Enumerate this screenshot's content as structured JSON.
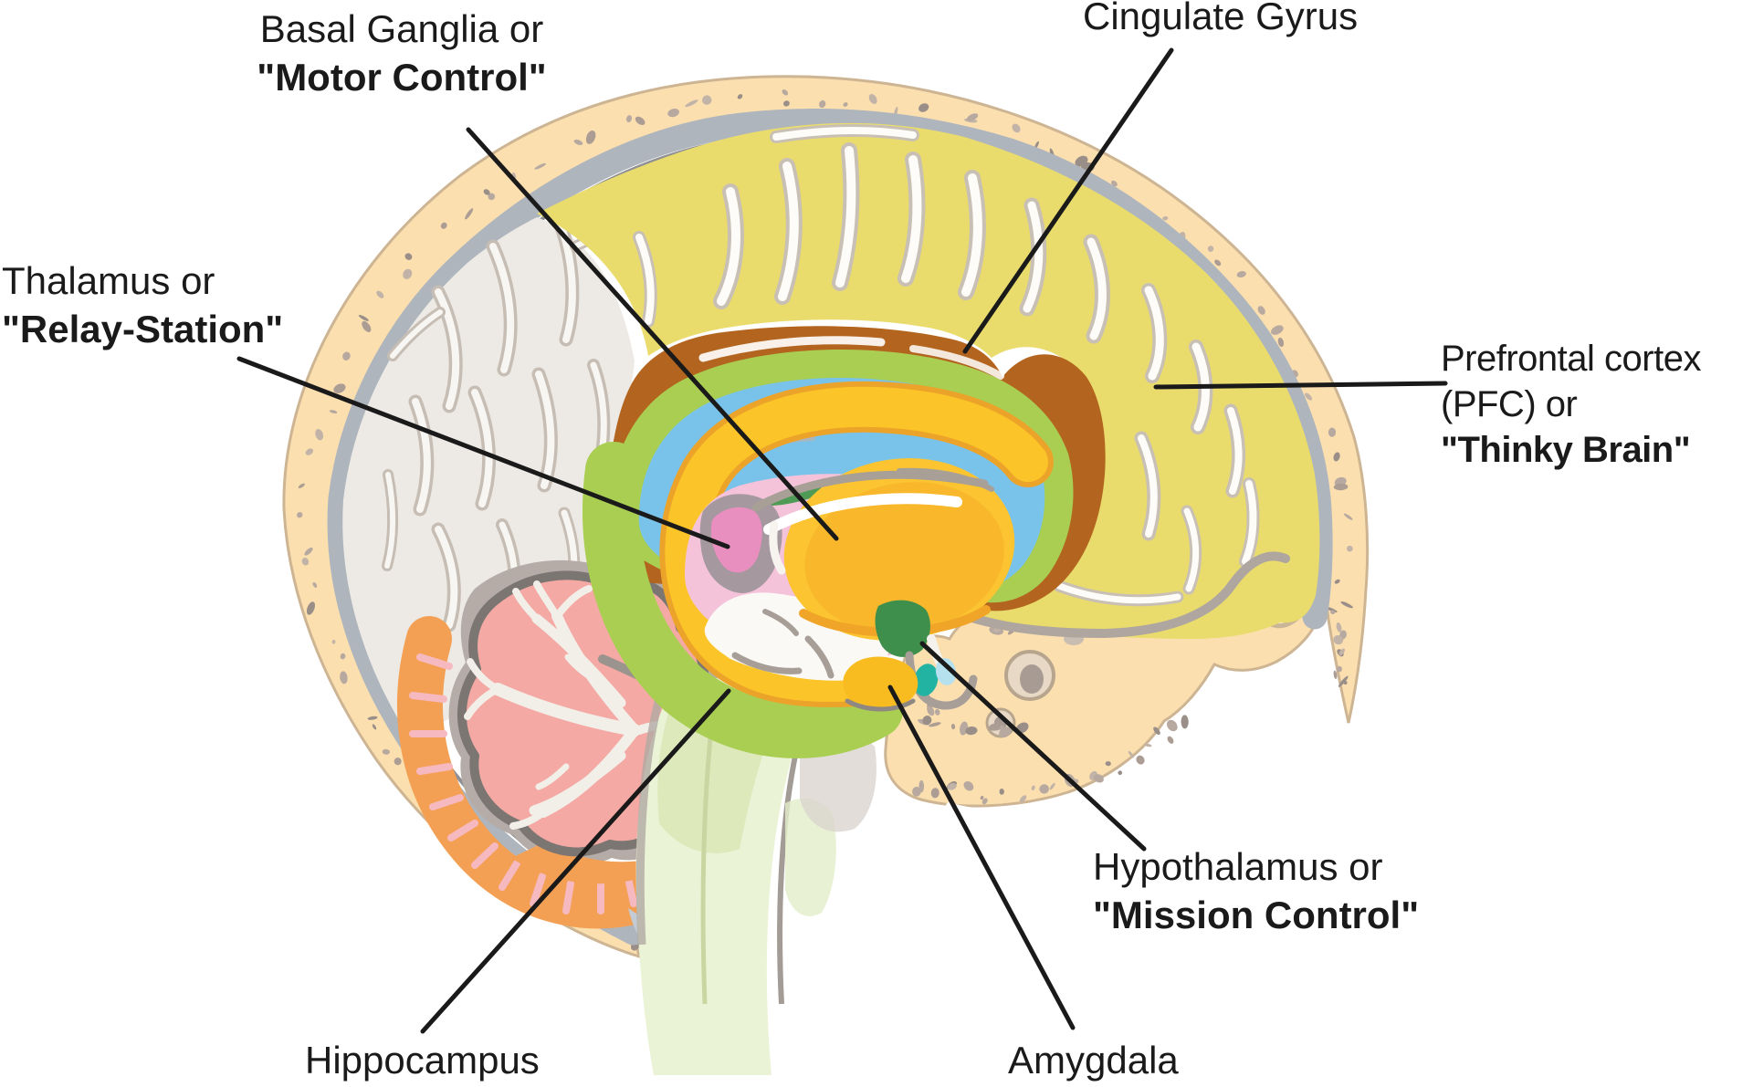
{
  "figure": {
    "type": "labeled-anatomy-diagram",
    "subject": "Sagittal cross-section of the human brain with limbic structures",
    "background": "#FFFFFF"
  },
  "labels": {
    "basal_ganglia": {
      "line1": "Basal Ganglia or",
      "line2": "\"Motor Control\""
    },
    "cingulate_gyrus": {
      "line1": "Cingulate Gyrus"
    },
    "thalamus": {
      "line1": "Thalamus or",
      "line2": "\"Relay-Station\""
    },
    "prefrontal_cortex": {
      "line1": "Prefrontal cortex",
      "line2": "(PFC) or",
      "line3": "\"Thinky Brain\""
    },
    "hypothalamus": {
      "line1": "Hypothalamus or",
      "line2": "\"Mission Control\""
    },
    "hippocampus": {
      "line1": "Hippocampus"
    },
    "amygdala": {
      "line1": "Amygdala"
    }
  },
  "structures": [
    {
      "name": "Basal Ganglia",
      "nickname": "Motor Control",
      "color": "#FBC430"
    },
    {
      "name": "Cingulate Gyrus",
      "nickname": "",
      "color": "#B3651F"
    },
    {
      "name": "Thalamus",
      "nickname": "Relay-Station",
      "color": "#E98FC0"
    },
    {
      "name": "Prefrontal cortex (PFC)",
      "nickname": "Thinky Brain",
      "color": "#E9DC6C"
    },
    {
      "name": "Hypothalamus",
      "nickname": "Mission Control",
      "color": "#3E8F4C"
    },
    {
      "name": "Hippocampus",
      "nickname": "",
      "color": "#A9CE52"
    },
    {
      "name": "Amygdala",
      "nickname": "",
      "color": "#F8BC20"
    }
  ],
  "colors": {
    "text": "#1A1A1A",
    "leader_line": "#1A1A1A",
    "skull_bone": "#FBDFAF",
    "skull_outline": "#CDB594",
    "dura": "#AEB5BD",
    "cortex_yellow": "#E9DC6C",
    "cortex_white": "#EDEAE5",
    "cingulate_brown": "#B3651F",
    "ventricle_blue": "#79C3EA",
    "limbic_green": "#A9CE52",
    "basal_ganglia_gold": "#FBC430",
    "thalamus_pink": "#E98FC0",
    "thalamus_halo": "#F4C3DA",
    "hippocampus_green": "#A9CE52",
    "fornix_gold": "#FBC428",
    "cerebellum_pink": "#F5A9A4",
    "cerebellum_band_orange": "#F3A055",
    "brainstem_green": "#EBF3D6",
    "hypothalamus_green": "#3E8F4C",
    "amygdala_gold": "#F8BC20",
    "pituitary_teal": "#22B3A2",
    "pituitary_blue": "#B5E0EE"
  }
}
